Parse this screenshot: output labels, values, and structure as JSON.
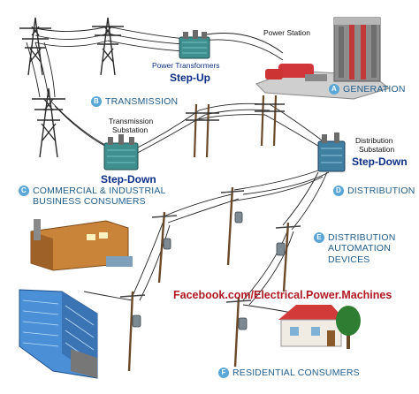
{
  "labels": {
    "power_station": "Power Station",
    "power_transformers": "Power Transformers",
    "step_up": "Step-Up",
    "generation": {
      "letter": "A",
      "text": "GENERATION"
    },
    "transmission": {
      "letter": "B",
      "text": "TRANSMISSION"
    },
    "transmission_substation_1": "Transmission",
    "transmission_substation_2": "Substation",
    "step_down_left": "Step-Down",
    "distribution_substation_1": "Distribution",
    "distribution_substation_2": "Substation",
    "step_down_right": "Step-Down",
    "commercial_1": {
      "letter": "C",
      "text": "COMMERCIAL & INDUSTRIAL"
    },
    "commercial_2": "BUSINESS CONSUMERS",
    "distribution": {
      "letter": "D",
      "text": "DISTRIBUTION"
    },
    "automation_1": {
      "letter": "E",
      "text": "DISTRIBUTION"
    },
    "automation_2": "AUTOMATION",
    "automation_3": "DEVICES",
    "residential": {
      "letter": "F",
      "text": "RESIDENTIAL CONSUMERS"
    },
    "watermark": "Facebook.com/Electrical.Power.Machines"
  },
  "colors": {
    "label_blue": "#1f5c8b",
    "badge": "#5aa6d6",
    "step_text": "#0b2f86",
    "watermark": "#b01822",
    "tower": "#2b2b2b",
    "pole": "#6b4a2a",
    "transformer": "#3f8f8f"
  }
}
